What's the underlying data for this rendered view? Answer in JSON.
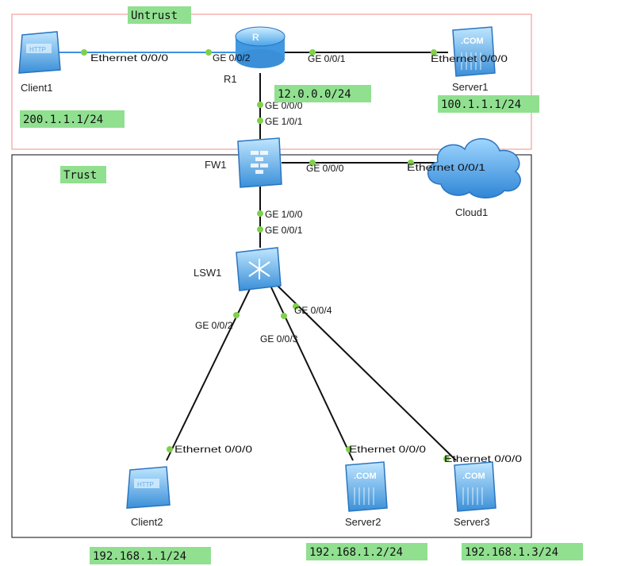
{
  "zones": {
    "untrust": {
      "label": "Untrust",
      "border_color": "#f2a0a0"
    },
    "trust": {
      "label": "Trust",
      "border_color": "#333333"
    }
  },
  "tag_color": "#90e090",
  "devices": {
    "client1": "Client1",
    "r1": "R1",
    "server1": "Server1",
    "fw1": "FW1",
    "cloud1": "Cloud1",
    "lsw1": "LSW1",
    "client2": "Client2",
    "server2": "Server2",
    "server3": "Server3"
  },
  "ports": {
    "client1_eth": "Ethernet 0/0/0",
    "r1_ge002": "GE 0/0/2",
    "r1_ge001": "GE 0/0/1",
    "server1_eth": "Ethernet 0/0/0",
    "r1_ge000": "GE 0/0/0",
    "fw1_ge101": "GE 1/0/1",
    "fw1_ge000": "GE 0/0/0",
    "cloud1_eth": "Ethernet 0/0/1",
    "fw1_ge100": "GE 1/0/0",
    "lsw1_ge001": "GE 0/0/1",
    "lsw1_ge002": "GE 0/0/2",
    "lsw1_ge003": "GE 0/0/3",
    "lsw1_ge004": "GE 0/0/4",
    "client2_eth": "Ethernet 0/0/0",
    "server2_eth": "Ethernet 0/0/0",
    "server3_eth": "Ethernet 0/0/0"
  },
  "subnets": {
    "client1": "200.1.1.1/24",
    "r1_fw1": "12.0.0.0/24",
    "server1": "100.1.1.1/24",
    "client2": "192.168.1.1/24",
    "server2": "192.168.1.2/24",
    "server3": "192.168.1.3/24"
  },
  "icon_texts": {
    "http": "HTTP",
    "com": ".COM"
  }
}
